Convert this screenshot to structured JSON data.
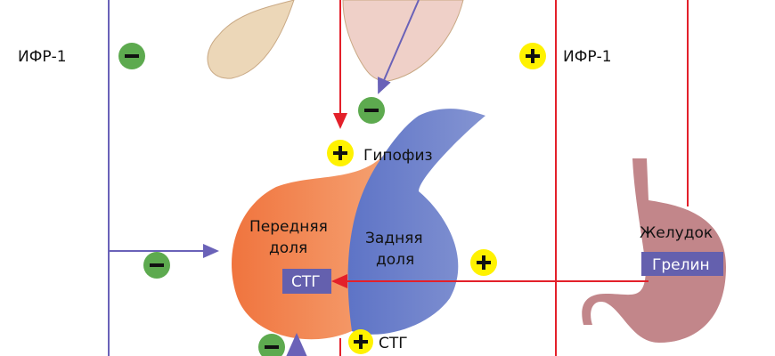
{
  "labels": {
    "igf_left": "ИФР-1",
    "igf_right": "ИФР-1",
    "pituitary": "Гипофиз",
    "anterior_line1": "Передняя",
    "anterior_line2": "доля",
    "posterior_line1": "Задняя",
    "posterior_line2": "доля",
    "gh_box": "СТГ",
    "stomach": "Желудок",
    "ghrelin_box": "Грелин",
    "gh_bottom": "СТГ"
  },
  "signs": {
    "plus": "+",
    "minus": "−"
  },
  "colors": {
    "stimulate": "#e3202a",
    "inhibit": "#6a62b8",
    "plus_badge": "#fff200",
    "minus_badge": "#5daa4f",
    "anterior": "#f08050",
    "posterior": "#6a80c8",
    "stomach": "#c2868a",
    "box": "#6460ae"
  }
}
